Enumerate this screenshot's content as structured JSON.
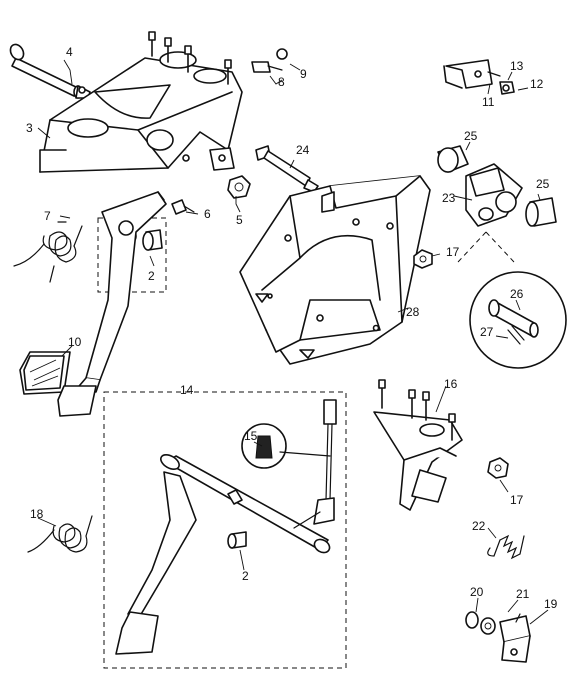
{
  "callouts": [
    {
      "id": "c1",
      "text": "4"
    },
    {
      "id": "c2",
      "text": "3"
    },
    {
      "id": "c3",
      "text": "8"
    },
    {
      "id": "c4",
      "text": "9"
    },
    {
      "id": "c5",
      "text": "13"
    },
    {
      "id": "c6",
      "text": "12"
    },
    {
      "id": "c7",
      "text": "11"
    },
    {
      "id": "c8",
      "text": "25"
    },
    {
      "id": "c9",
      "text": "24"
    },
    {
      "id": "c10",
      "text": "23"
    },
    {
      "id": "c11",
      "text": "25"
    },
    {
      "id": "c12",
      "text": "5"
    },
    {
      "id": "c13",
      "text": "6"
    },
    {
      "id": "c14",
      "text": "7"
    },
    {
      "id": "c15",
      "text": "2"
    },
    {
      "id": "c16",
      "text": "17"
    },
    {
      "id": "c17",
      "text": "26"
    },
    {
      "id": "c18",
      "text": "28"
    },
    {
      "id": "c19",
      "text": "27"
    },
    {
      "id": "c20",
      "text": "10"
    },
    {
      "id": "c21",
      "text": "14"
    },
    {
      "id": "c22",
      "text": "16"
    },
    {
      "id": "c23",
      "text": "15"
    },
    {
      "id": "c24",
      "text": "17"
    },
    {
      "id": "c25",
      "text": "18"
    },
    {
      "id": "c26",
      "text": "22"
    },
    {
      "id": "c27",
      "text": "2"
    },
    {
      "id": "c28",
      "text": "20"
    },
    {
      "id": "c29",
      "text": "21"
    },
    {
      "id": "c30",
      "text": "19"
    }
  ]
}
